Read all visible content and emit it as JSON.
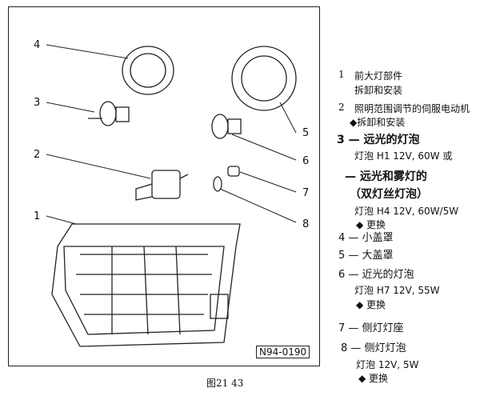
{
  "figure": {
    "code": "N94-0190",
    "caption": "图21 43",
    "callouts": [
      "1",
      "2",
      "3",
      "4",
      "5",
      "6",
      "7",
      "8"
    ]
  },
  "legend": {
    "item1": {
      "num": "1",
      "title": "前大灯部件",
      "sub": "拆卸和安装"
    },
    "item2": {
      "num": "2",
      "title": "照明范围调节的伺服电动机",
      "sub": "◆拆卸和安装"
    },
    "item3": {
      "title": "3 — 远光的灯泡",
      "bulb": "灯泡 H1 12V, 60W 或",
      "alt_title": "— 远光和雾灯的",
      "alt_note": "（双灯丝灯泡）",
      "alt_bulb": "灯泡 H4 12V, 60W/5W",
      "action": "◆ 更换"
    },
    "item4": {
      "title": "4 — 小盖罩"
    },
    "item5": {
      "title": "5 — 大盖罩"
    },
    "item6": {
      "title": "6 — 近光的灯泡",
      "bulb": "灯泡 H7 12V, 55W",
      "action": "◆ 更换"
    },
    "item7": {
      "title": "7 — 侧灯灯座"
    },
    "item8": {
      "title": "8 — 侧灯灯泡",
      "bulb": "灯泡 12V, 5W",
      "action": "◆ 更换"
    }
  }
}
